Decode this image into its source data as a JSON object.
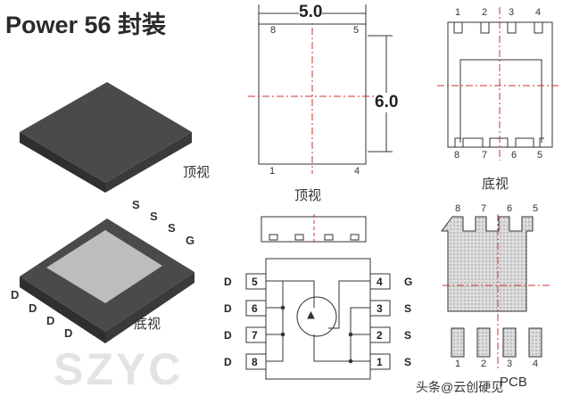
{
  "title": "Power 56 封装",
  "iso": {
    "top_label": "顶视",
    "bottom_label": "底视",
    "right_pins": [
      "S",
      "S",
      "S",
      "G"
    ],
    "left_pins": [
      "D",
      "D",
      "D",
      "D"
    ]
  },
  "top_view": {
    "label": "顶视",
    "width": "5.0",
    "height": "6.0",
    "pins": {
      "tl": "8",
      "tr": "5",
      "bl": "1",
      "br": "4"
    }
  },
  "bottom_view": {
    "label": "底视",
    "top_pins": [
      "1",
      "2",
      "3",
      "4"
    ],
    "bottom_pins": [
      "8",
      "7",
      "6",
      "5"
    ]
  },
  "schematic": {
    "left_pins": [
      {
        "num": "5",
        "sig": "D"
      },
      {
        "num": "6",
        "sig": "D"
      },
      {
        "num": "7",
        "sig": "D"
      },
      {
        "num": "8",
        "sig": "D"
      }
    ],
    "right_pins": [
      {
        "num": "4",
        "sig": "G"
      },
      {
        "num": "3",
        "sig": "S"
      },
      {
        "num": "2",
        "sig": "S"
      },
      {
        "num": "1",
        "sig": "S"
      }
    ]
  },
  "pcb": {
    "label": "PCB",
    "top_pins": [
      "8",
      "7",
      "6",
      "5"
    ],
    "bottom_pins": [
      "1",
      "2",
      "3",
      "4"
    ]
  },
  "watermark": {
    "text": "头条@云创硬见",
    "big": "SZYC"
  }
}
